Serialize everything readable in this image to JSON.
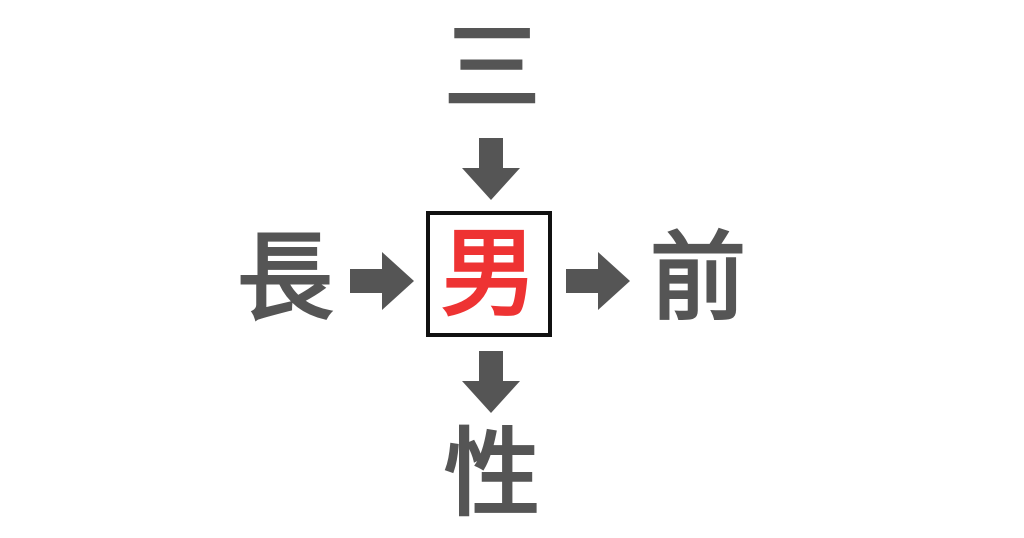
{
  "puzzle": {
    "top": "三",
    "left": "長",
    "right": "前",
    "bottom": "性",
    "center": "男"
  },
  "colors": {
    "text": "#555555",
    "arrow": "#555555",
    "center_text": "#ee3333",
    "box_border": "#111111"
  },
  "icons": {
    "arrow_down": "arrow-down-icon",
    "arrow_right": "arrow-right-icon"
  }
}
